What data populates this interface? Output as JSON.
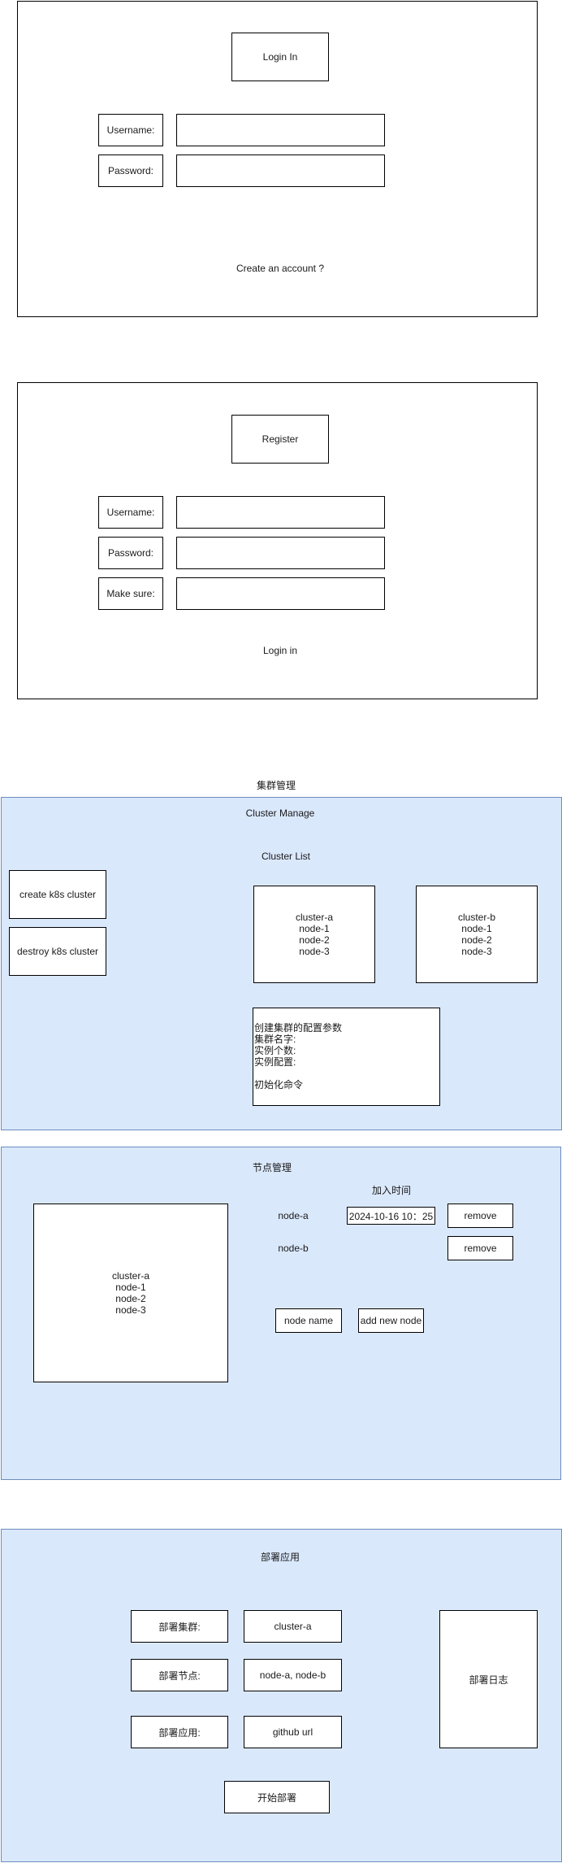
{
  "login": {
    "title": "Login In",
    "username_label": "Username:",
    "password_label": "Password:",
    "create_account": "Create an account ?"
  },
  "register": {
    "title": "Register",
    "username_label": "Username:",
    "password_label": "Password:",
    "confirm_label": "Make sure:",
    "login_link": "Login in"
  },
  "cluster": {
    "section_caption": "集群管理",
    "title": "Cluster Manage",
    "list_title": "Cluster List",
    "create_button": "create k8s cluster",
    "destroy_button": "destroy k8s cluster",
    "clusters": [
      {
        "text": "cluster-a\nnode-1\nnode-2\nnode-3"
      },
      {
        "text": "cluster-b\nnode-1\nnode-2\nnode-3"
      }
    ],
    "config_text": "创建集群的配置参数\n集群名字:\n实例个数:\n实例配置:\n\n初始化命令"
  },
  "node": {
    "title": "节点管理",
    "cluster_text": "cluster-a\nnode-1\nnode-2\nnode-3",
    "join_time_header": "加入时间",
    "rows": [
      {
        "name": "node-a",
        "time": "2024-10-16 10：25",
        "remove": "remove"
      },
      {
        "name": "node-b",
        "remove": "remove"
      }
    ],
    "node_name_placeholder": "node name",
    "add_button": "add new node"
  },
  "deploy": {
    "title": "部署应用",
    "cluster_label": "部署集群:",
    "cluster_value": "cluster-a",
    "node_label": "部署节点:",
    "node_value": "node-a, node-b",
    "app_label": "部署应用:",
    "app_value": "github url",
    "log_label": "部署日志",
    "start_button": "开始部署"
  }
}
